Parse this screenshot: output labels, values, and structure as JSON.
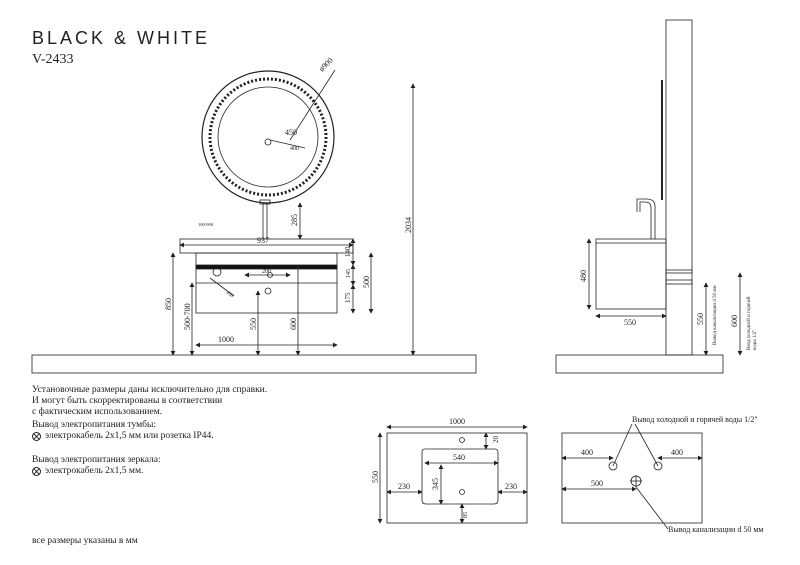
{
  "header": {
    "brand": "BLACK & WHITE",
    "model": "V-2433"
  },
  "notes": {
    "line1": "Установочные размеры даны исключительно для справки.",
    "line2": "И могут быть скорректированы в соответствии",
    "line3": "с фактическим использованием.",
    "cabinet_power_title": "Вывод электропитания тумбы:",
    "cabinet_power_text": "электрокабель 2x1,5 мм или розетка IP44.",
    "mirror_power_title": "Вывод электропитания зеркала:",
    "mirror_power_text": "электрокабель 2x1,5 мм."
  },
  "footer": "все размеры указаны в мм",
  "front_view": {
    "mirror_diameter": "ø900",
    "mirror_radius": "450",
    "mirror_inner": "400",
    "dim_285": "285",
    "dim_2034": "2034",
    "dim_100_900": "100-900",
    "dim_937": "937",
    "dim_140": "140",
    "dim_145": "145",
    "dim_500": "500",
    "dim_175": "175",
    "dim_200": "200",
    "dim_450": "450",
    "dim_850": "850",
    "dim_500_700": "500-700",
    "dim_550": "550",
    "dim_600": "600",
    "dim_1000": "1000"
  },
  "side_view": {
    "dim_480": "480",
    "dim_550": "550",
    "dim_550_v": "550",
    "drain_label": "Вывод канализации d 50 мм",
    "dim_600": "600",
    "water_label_1": "Ввод холодной и горячей",
    "water_label_2": "воды 1/2\""
  },
  "top_view": {
    "dim_1000": "1000",
    "dim_20": "20",
    "dim_540": "540",
    "dim_550": "550",
    "dim_230_l": "230",
    "dim_345": "345",
    "dim_230_r": "230",
    "dim_85": "85"
  },
  "wall_view": {
    "water_label": "Вывод холодной и горячей воды 1/2\"",
    "dim_400_l": "400",
    "dim_400_r": "400",
    "dim_500": "500",
    "drain_label": "Вывод канализации d 50 мм"
  }
}
